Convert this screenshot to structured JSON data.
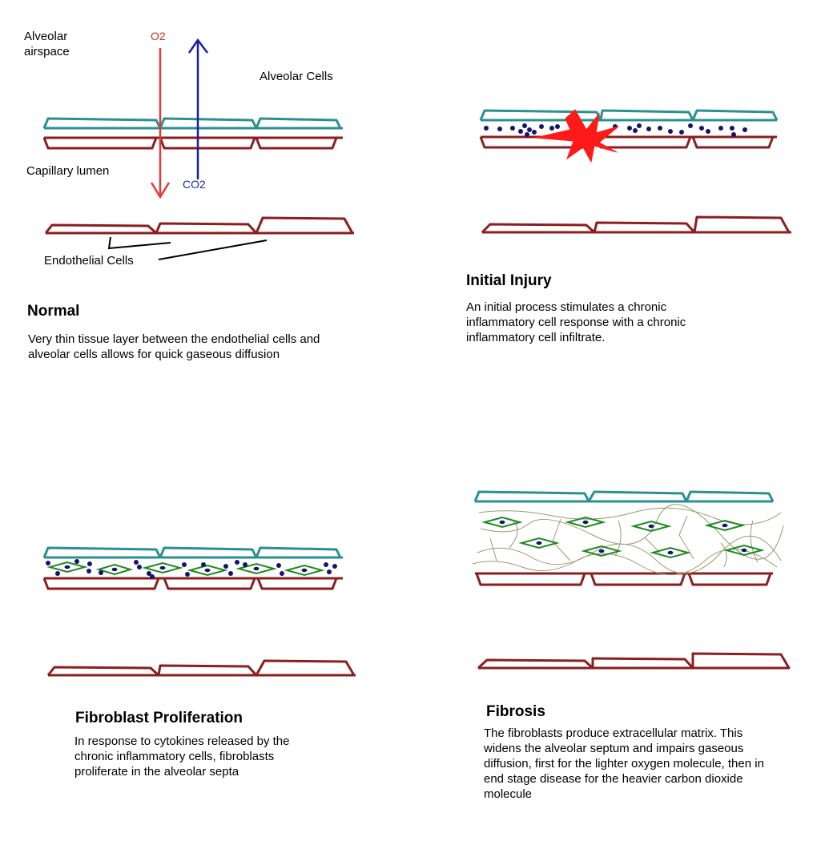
{
  "colors": {
    "alveolar_cell": "#2a9090",
    "endothelial_cell": "#8b1e1e",
    "o2_arrow": "#e03a3a",
    "co2_arrow": "#1a1aa8",
    "inflammatory_cell": "#141470",
    "fibroblast": "#1e8a1e",
    "injury_burst": "#ff1a1a",
    "matrix_fiber": "#9a9a70"
  },
  "icons": {
    "injury": "red-starburst",
    "fibroblast": "green-diamond-with-nucleus",
    "inflammatory_cell": "navy-dot"
  },
  "normal": {
    "label_alveolar_airspace_1": "Alveolar",
    "label_alveolar_airspace_2": "airspace",
    "label_o2": "O2",
    "label_co2": "CO2",
    "label_alveolar_cells": "Alveolar Cells",
    "label_capillary_lumen": "Capillary lumen",
    "label_endothelial_cells": "Endothelial Cells",
    "title": "Normal",
    "description": "Very thin tissue layer between the endothelial cells and alveolar cells allows for quick gaseous diffusion"
  },
  "initial_injury": {
    "title": "Initial Injury",
    "description": "An initial process stimulates a chronic inflammatory cell response with a chronic inflammatory cell infiltrate."
  },
  "fibroblast_proliferation": {
    "title": "Fibroblast Proliferation",
    "description": "In response to cytokines released by the chronic inflammatory cells, fibroblasts proliferate in the alveolar septa"
  },
  "fibrosis": {
    "title": "Fibrosis",
    "description": "The fibroblasts produce extracellular matrix. This widens the alveolar septum and impairs gaseous diffusion, first for the lighter oxygen molecule, then in end stage disease for the heavier carbon dioxide molecule"
  }
}
